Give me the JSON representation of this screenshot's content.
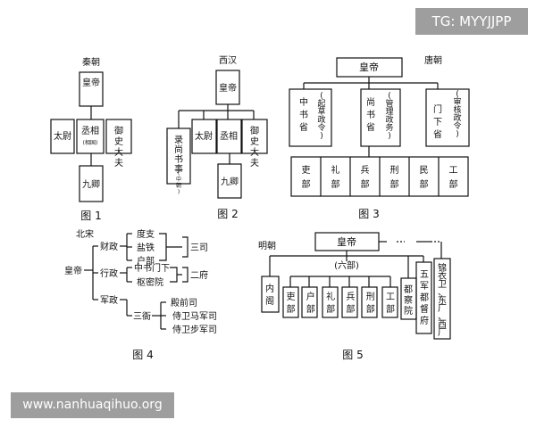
{
  "watermark_top": "TG: MYYJJPP",
  "watermark_bottom": "www.nanhuaqihuo.org",
  "fig1": {
    "dynasty": "秦朝",
    "emperor": "皇帝",
    "taiwei": "太尉",
    "chengxiang": "丞相",
    "chengxiang_note": "(相国)",
    "yushi": "御史大夫",
    "jiuqing": "九卿",
    "caption": "图 1"
  },
  "fig2": {
    "dynasty": "西汉",
    "emperor": "皇帝",
    "shangshu": "录尚书事",
    "shangshu_note": "(中朝)",
    "taiwei": "太尉",
    "chengxiang": "丞相",
    "yushi": "御史大夫",
    "jiuqing": "九卿",
    "caption": "图 2"
  },
  "fig3": {
    "dynasty": "唐朝",
    "emperor": "皇帝",
    "zhongshu": "中书省",
    "zhongshu_role": "(起草政令)",
    "shangshu": "尚书省",
    "shangshu_role": "(管理政务)",
    "menxia": "门下省",
    "menxia_role": "(审核政令)",
    "ministries": [
      "吏部",
      "礼部",
      "兵部",
      "刑部",
      "民部",
      "工部"
    ],
    "caption": "图 3"
  },
  "fig4": {
    "dynasty": "北宋",
    "emperor": "皇帝",
    "caizheng": "财政",
    "xingzheng": "行政",
    "junzheng": "军政",
    "duzhi": "度支",
    "yantie": "盐铁",
    "hubu": "户部",
    "sansi": "三司",
    "zhongshu": "中书门下",
    "shumi": "枢密院",
    "erfu": "二府",
    "sanya": "三衙",
    "dianqian": "殿前司",
    "majun": "侍卫马军司",
    "bujun": "侍卫步军司",
    "caption": "图 4"
  },
  "fig5": {
    "dynasty": "明朝",
    "emperor": "皇帝",
    "liubu": "(六部)",
    "neige": "内阁",
    "ministries": [
      "吏部",
      "户部",
      "礼部",
      "兵部",
      "刑部",
      "工部"
    ],
    "duchayuan": "都察院",
    "wujun": "五军都督府",
    "jinyiwei": "锦衣卫、东厂、西厂",
    "caption": "图 5"
  }
}
